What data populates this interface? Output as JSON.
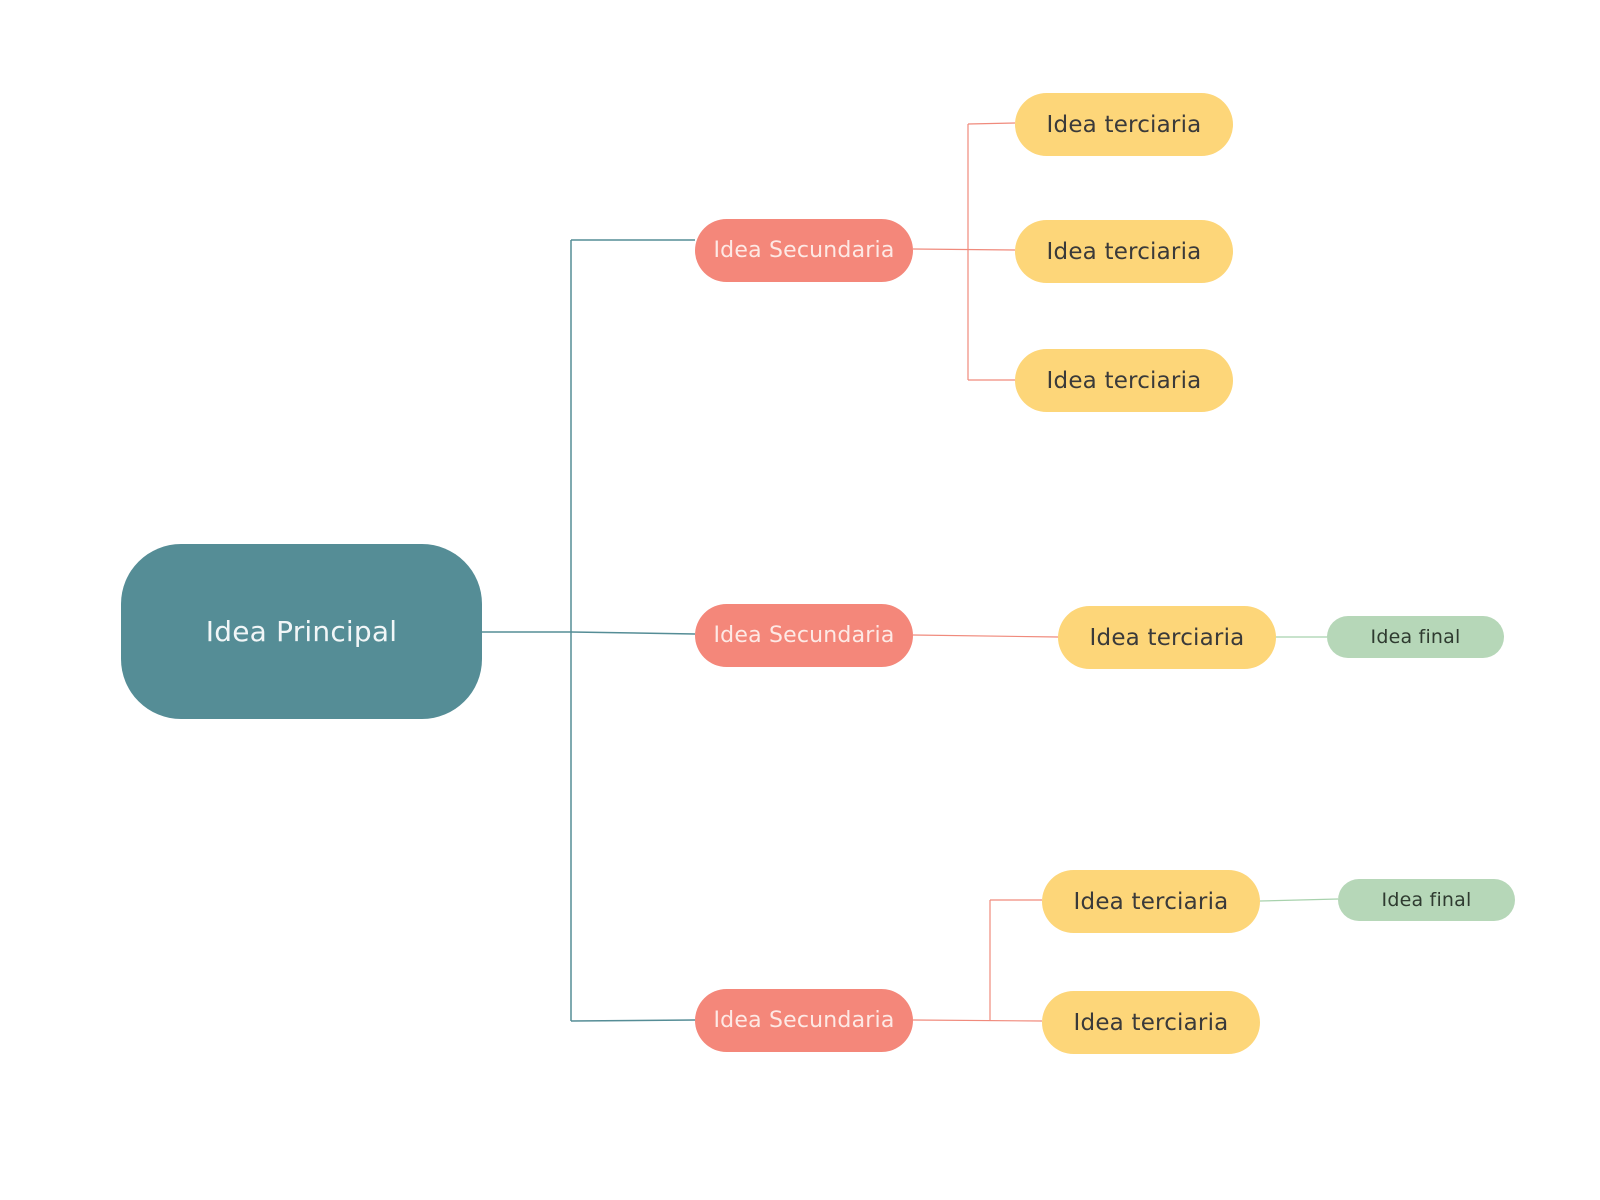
{
  "colors": {
    "main_fill": "#558d96",
    "main_text": "#f1f6f7",
    "secondary_fill": "#f4877a",
    "secondary_text": "#fde9e5",
    "tertiary_fill": "#fdd679",
    "tertiary_text": "#3a3a3a",
    "final_fill": "#b6d7b8",
    "final_text": "#2f3b30",
    "main_connector": "#558d96",
    "secondary_connector": "#f08a7c",
    "final_connector": "#a8d2ad"
  },
  "mind_map": {
    "main": {
      "label": "Idea Principal"
    },
    "secondary": [
      {
        "label": "Idea Secundaria"
      },
      {
        "label": "Idea Secundaria"
      },
      {
        "label": "Idea Secundaria"
      }
    ],
    "tertiary": [
      {
        "label": "Idea terciaria"
      },
      {
        "label": "Idea terciaria"
      },
      {
        "label": "Idea terciaria"
      },
      {
        "label": "Idea terciaria"
      },
      {
        "label": "Idea terciaria"
      },
      {
        "label": "Idea terciaria"
      }
    ],
    "final": [
      {
        "label": "Idea final"
      },
      {
        "label": "Idea final"
      }
    ]
  }
}
